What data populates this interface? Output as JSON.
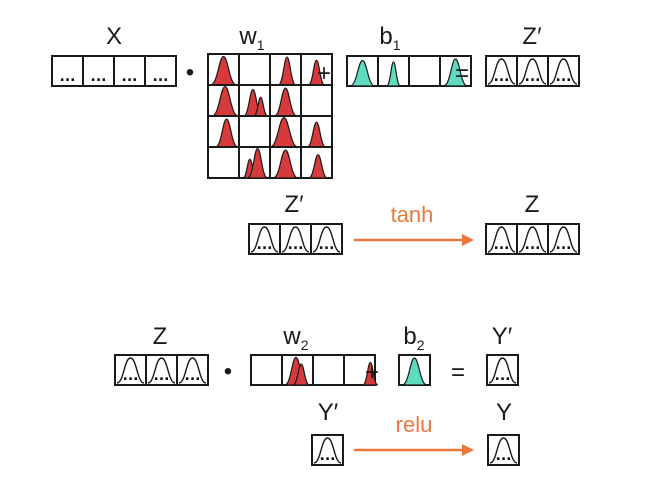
{
  "colors": {
    "weight_fill": "#d63a3a",
    "bias_fill": "#5fdcc0",
    "arrow": "#e8783c",
    "ink": "#1a1a1a"
  },
  "row1": {
    "x_label": "X",
    "w1_label": "w",
    "w1_sub": "1",
    "b1_label": "b",
    "b1_sub": "1",
    "zprime_label": "Z′",
    "dot_op": "•",
    "plus_op": "+",
    "eq_op": "="
  },
  "row2": {
    "zprime_label": "Z′",
    "fn_label": "tanh",
    "z_label": "Z"
  },
  "row3": {
    "z_label": "Z",
    "w2_label": "w",
    "w2_sub": "2",
    "b2_label": "b",
    "b2_sub": "2",
    "yprime_label": "Y′",
    "dot_op": "•",
    "plus_op": "+",
    "eq_op": "="
  },
  "row4": {
    "yprime_label": "Y′",
    "fn_label": "relu",
    "y_label": "Y"
  },
  "cell_dots": "..."
}
